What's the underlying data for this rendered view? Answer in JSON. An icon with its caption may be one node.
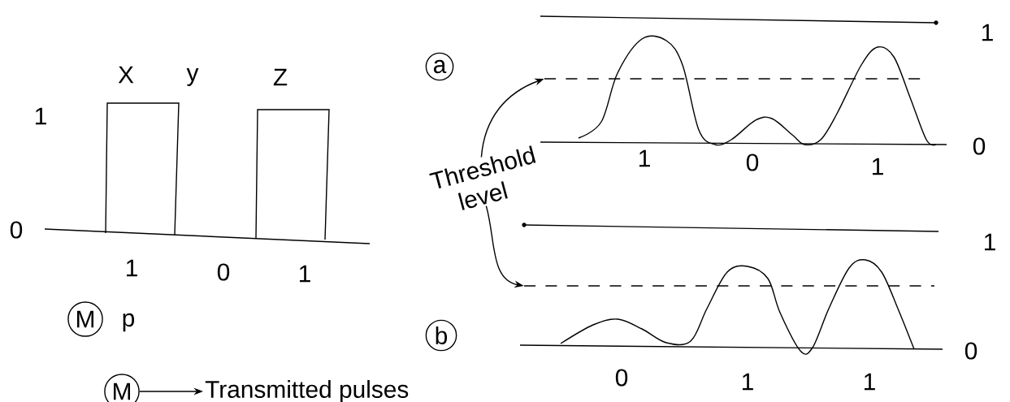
{
  "diagram": {
    "nodes": [
      {
        "text": [
          "a"
        ]
      },
      {
        "text": [
          "Threshold level"
        ]
      },
      {
        "text": [],
        "shape": "line"
      },
      {
        "text": [
          "b"
        ]
      },
      {
        "text": [],
        "shape": "line"
      },
      {
        "text": [
          "M"
        ]
      },
      {
        "text": [
          "M"
        ]
      },
      {
        "text": [
          "Transmitted pulses"
        ]
      }
    ],
    "edges": [
      {
        "from": 1,
        "to": 2,
        "arrow": "to"
      },
      {
        "from": 1,
        "to": 4,
        "arrow": "to"
      },
      {
        "from": 6,
        "to": 7,
        "arrow": "to"
      }
    ],
    "labels": [
      "1",
      "X",
      "y",
      "Z",
      "1",
      "1",
      "0",
      "1",
      "0",
      "0",
      "1",
      "1",
      "0",
      "1",
      "p",
      "0",
      "0",
      "1",
      "1"
    ]
  }
}
